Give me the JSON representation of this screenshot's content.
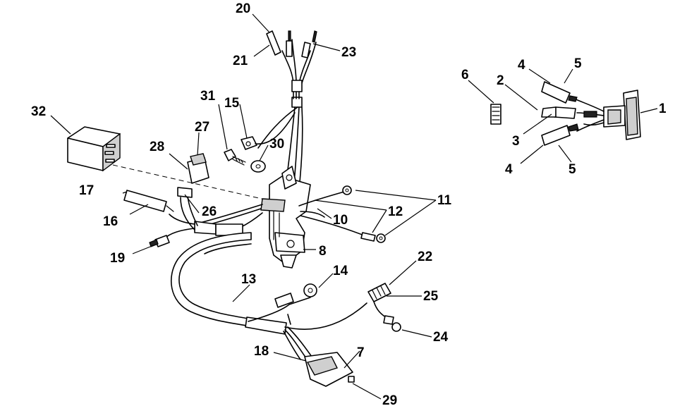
{
  "labels": {
    "l1": "1",
    "l2": "2",
    "l3": "3",
    "l4a": "4",
    "l4b": "4",
    "l5a": "5",
    "l5b": "5",
    "l6": "6",
    "l7": "7",
    "l8": "8",
    "l10": "10",
    "l11": "11",
    "l12": "12",
    "l13": "13",
    "l14": "14",
    "l15": "15",
    "l16": "16",
    "l17": "17",
    "l18": "18",
    "l19": "19",
    "l20": "20",
    "l21": "21",
    "l22": "22",
    "l23": "23",
    "l24": "24",
    "l25": "25",
    "l26": "26",
    "l27": "27",
    "l28": "28",
    "l29": "29",
    "l30": "30",
    "l31": "31",
    "l32": "32"
  }
}
